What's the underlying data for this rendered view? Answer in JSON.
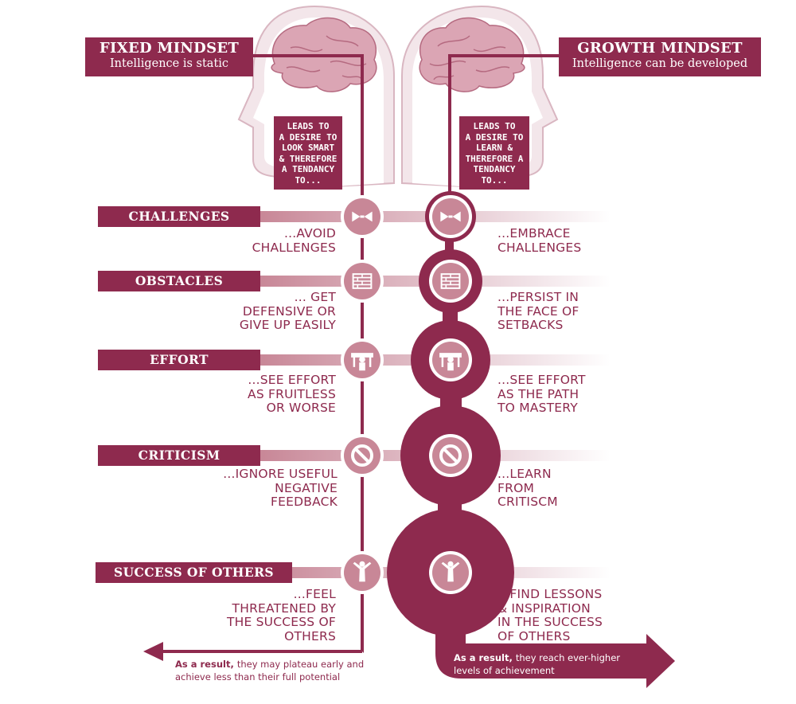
{
  "fixed": {
    "title": "FIXED MINDSET",
    "subtitle": "Intelligence is static",
    "leads_lines": [
      "LEADS TO",
      "A DESIRE TO",
      "LOOK SMART",
      "& THEREFORE",
      "A TENDANCY",
      "TO..."
    ],
    "result_bold": "As a result,",
    "result_lines": [
      "they may plateau early and",
      "achieve less than their full potential"
    ]
  },
  "growth": {
    "title": "GROWTH MINDSET",
    "subtitle": "Intelligence can be developed",
    "leads_lines": [
      "LEADS TO",
      "A DESIRE TO",
      "LEARN &",
      "THEREFORE A",
      "TENDANCY",
      "TO..."
    ],
    "result_bold": "As a result,",
    "result_lines": [
      "they reach ever-higher",
      "levels of achievement"
    ]
  },
  "rows": [
    {
      "label": "CHALLENGES",
      "icon": "challenge-arrows-icon",
      "fixed": [
        "...AVOID",
        "CHALLENGES"
      ],
      "growth": [
        "...EMBRACE",
        "CHALLENGES"
      ]
    },
    {
      "label": "OBSTACLES",
      "icon": "brick-wall-icon",
      "fixed": [
        "... GET",
        "DEFENSIVE OR",
        "GIVE UP EASILY"
      ],
      "growth": [
        "...PERSIST IN",
        "THE FACE OF",
        "SETBACKS"
      ]
    },
    {
      "label": "EFFORT",
      "icon": "weightlifter-icon",
      "fixed": [
        "...SEE EFFORT",
        "AS FRUITLESS",
        "OR WORSE"
      ],
      "growth": [
        "...SEE EFFORT",
        "AS THE PATH",
        "TO MASTERY"
      ]
    },
    {
      "label": "CRITICISM",
      "icon": "no-sign-icon",
      "fixed": [
        "...IGNORE USEFUL",
        "NEGATIVE",
        "FEEDBACK"
      ],
      "growth": [
        "...LEARN",
        "FROM",
        "CRITISCM"
      ]
    },
    {
      "label": "SUCCESS OF OTHERS",
      "icon": "winner-icon",
      "fixed": [
        "...FEEL",
        "THREATENED BY",
        "THE SUCCESS OF",
        "OTHERS"
      ],
      "growth": [
        "...FIND LESSONS",
        "& INSPIRATION",
        "IN THE SUCCESS",
        "OF OTHERS"
      ]
    }
  ],
  "colors": {
    "accent": "#8e2a4e",
    "light": "#c88797",
    "pale": "#f0e0e5",
    "head": "#f3e6ea"
  }
}
